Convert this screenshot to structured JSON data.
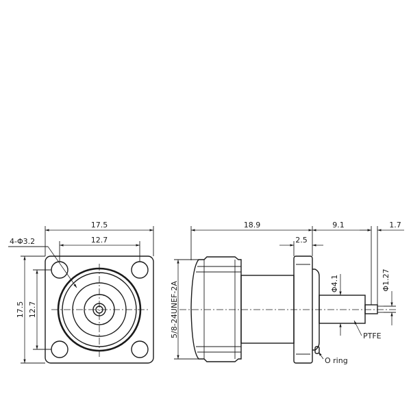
{
  "front_view": {
    "width": "17.5",
    "hole_spacing_h": "12.7",
    "height": "17.5",
    "hole_spacing_v": "12.7",
    "hole_callout": "4-Φ3.2"
  },
  "side_view": {
    "body_length": "18.9",
    "flange_thickness": "2.5",
    "pin_length": "9.1",
    "pin_tip": "1.7",
    "thread": "5/8-24UNEF-2A",
    "insulator_dia": "Φ4.1",
    "pin_dia": "Φ1.27",
    "ptfe_label": "PTFE",
    "oring_label": "O ring"
  }
}
